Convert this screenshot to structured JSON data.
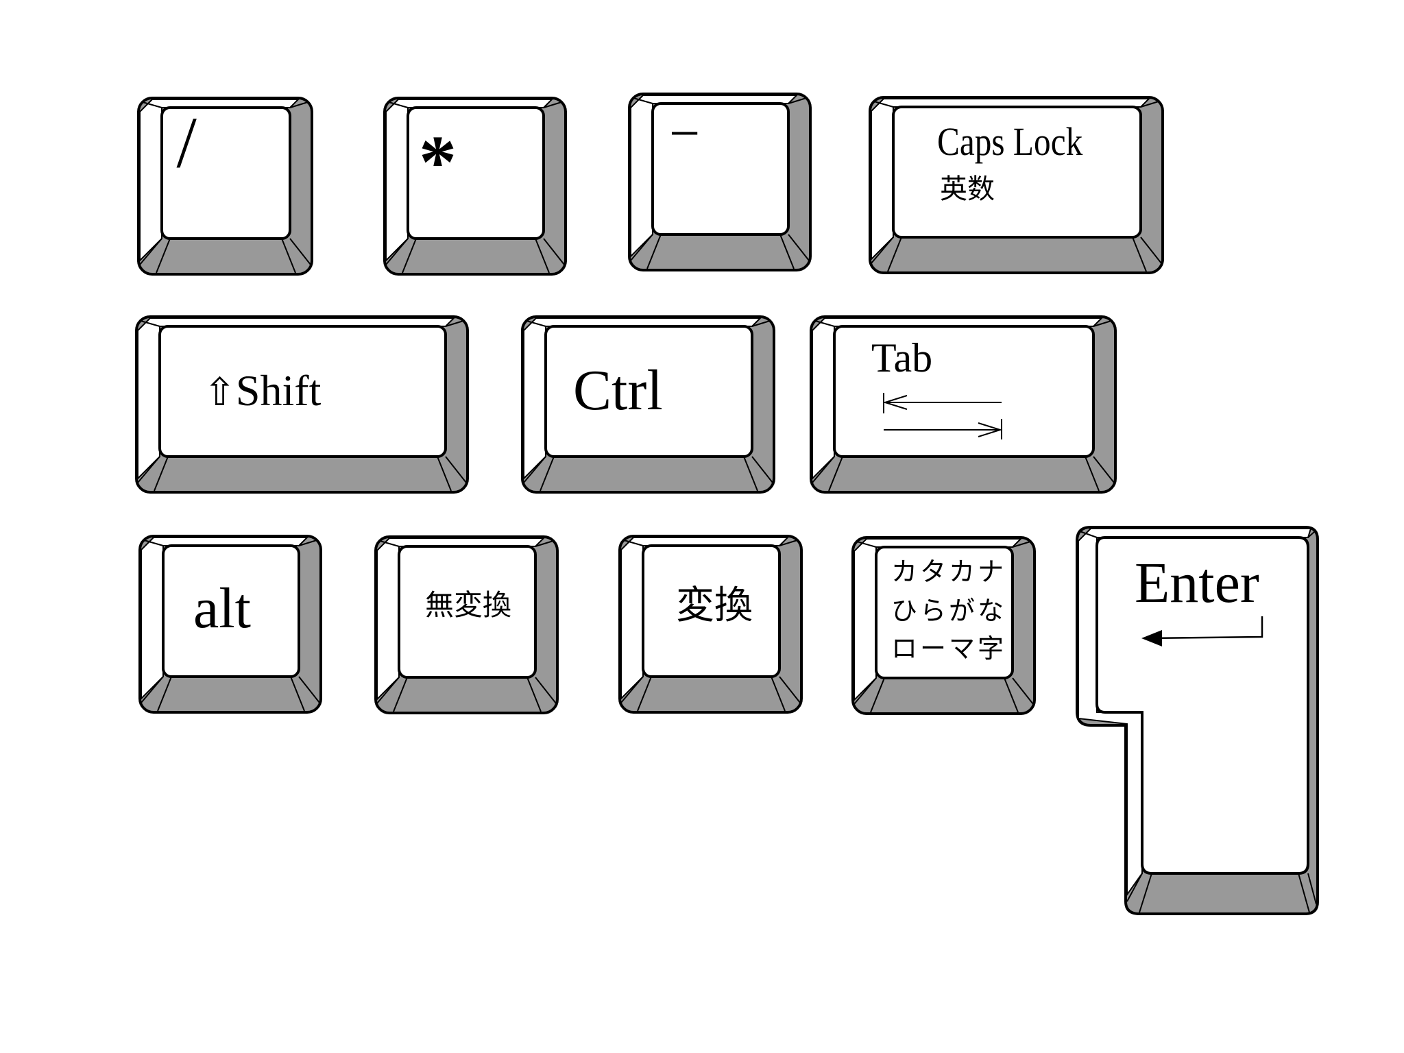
{
  "colors": {
    "bevel_dark": "#999999",
    "face": "#ffffff",
    "outline": "#000000"
  },
  "keys": {
    "slash": "/",
    "asterisk": "*",
    "minus": "−",
    "caps_lock": {
      "main": "Caps Lock",
      "sub": "英数"
    },
    "shift": {
      "icon": "⇧",
      "label": "Shift"
    },
    "ctrl": "Ctrl",
    "tab": {
      "label": "Tab",
      "icon": "tab-arrows-icon"
    },
    "alt": "alt",
    "muhenkan": "無変換",
    "henkan": "変換",
    "kana": {
      "line1": "カタカナ",
      "line2": "ひらがな",
      "line3": "ローマ字"
    },
    "enter": {
      "label": "Enter",
      "icon": "return-arrow-icon"
    }
  }
}
